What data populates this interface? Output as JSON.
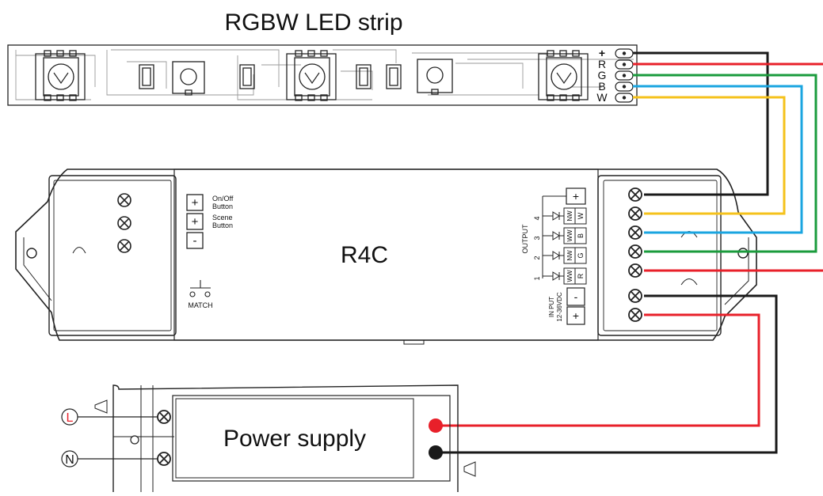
{
  "strip": {
    "title": "RGBW LED strip",
    "pins": [
      "+",
      "R",
      "G",
      "B",
      "W"
    ]
  },
  "controller": {
    "name": "R4C",
    "onoff_line1": "On/Off",
    "onoff_line2": "Button",
    "scene_line1": "Scene",
    "scene_line2": "Button",
    "plus_sign": "+",
    "minus_sign": "-",
    "match_label": "MATCH",
    "output_label": "OUTPUT",
    "channel_numbers": [
      "4",
      "3",
      "2",
      "1"
    ],
    "channel_whites": [
      "NW",
      "WW",
      "NW",
      "WW"
    ],
    "channel_colors": [
      "W",
      "B",
      "G",
      "R"
    ],
    "input_line1": "IN PUT",
    "input_line2": "12-36VDC"
  },
  "psu": {
    "title": "Power supply",
    "line_label": "L",
    "neutral_label": "N"
  },
  "colors": {
    "black": "#1a1a1a",
    "red": "#e8202a",
    "green": "#1a9b3c",
    "blue": "#1aa5e0",
    "yellow": "#f5c21b",
    "outline": "#222222",
    "label_red": "#e8202a"
  }
}
